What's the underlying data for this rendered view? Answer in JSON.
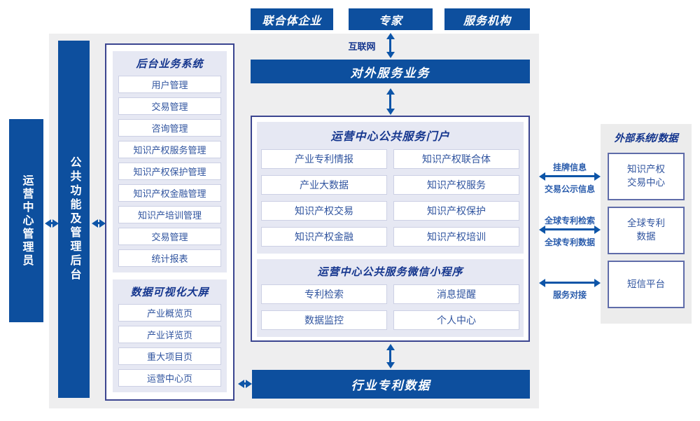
{
  "colors": {
    "primary_blue": "#0d4f9e",
    "arrow_blue": "#0d55a8",
    "panel_border": "#3b4590",
    "panel_bg": "#e6e8f3",
    "item_text": "#30549f",
    "title_text": "#15368e",
    "canvas_bg": "#eeeeef"
  },
  "top_actors": [
    "联合体企业",
    "专家",
    "服务机构"
  ],
  "internet_label": "互联网",
  "external_service_bar": "对外服务业务",
  "left": {
    "admin_label": "运营中心管理员",
    "backend_bar_label": "公共功能及管理后台"
  },
  "backend_panel": {
    "title": "后台业务系统",
    "items": [
      "用户管理",
      "交易管理",
      "咨询管理",
      "知识产权服务管理",
      "知识产权保护管理",
      "知识产权金融管理",
      "知识产培训管理",
      "交易管理",
      "统计报表"
    ]
  },
  "dashboard_panel": {
    "title": "数据可视化大屏",
    "items": [
      "产业概览页",
      "产业详览页",
      "重大项目页",
      "运营中心页"
    ]
  },
  "portal_panel": {
    "title": "运营中心公共服务门户",
    "items": [
      "产业专利情报",
      "知识产权联合体",
      "产业大数据",
      "知识产权服务",
      "知识产权交易",
      "知识产权保护",
      "知识产权金融",
      "知识产权培训"
    ]
  },
  "miniprogram_panel": {
    "title": "运营中心公共服务微信小程序",
    "items": [
      "专利检索",
      "消息提醒",
      "数据监控",
      "个人中心"
    ]
  },
  "industry_data_bar": "行业专利数据",
  "external_panel": {
    "title": "外部系统/数据",
    "boxes": [
      "知识产权\n交易中心",
      "全球专利\n数据",
      "短信平台"
    ]
  },
  "links": {
    "listing_info": "挂牌信息",
    "trade_publicity_info": "交易公示信息",
    "global_patent_search": "全球专利检索",
    "global_patent_data": "全球专利数据",
    "service_connection": "服务对接"
  }
}
